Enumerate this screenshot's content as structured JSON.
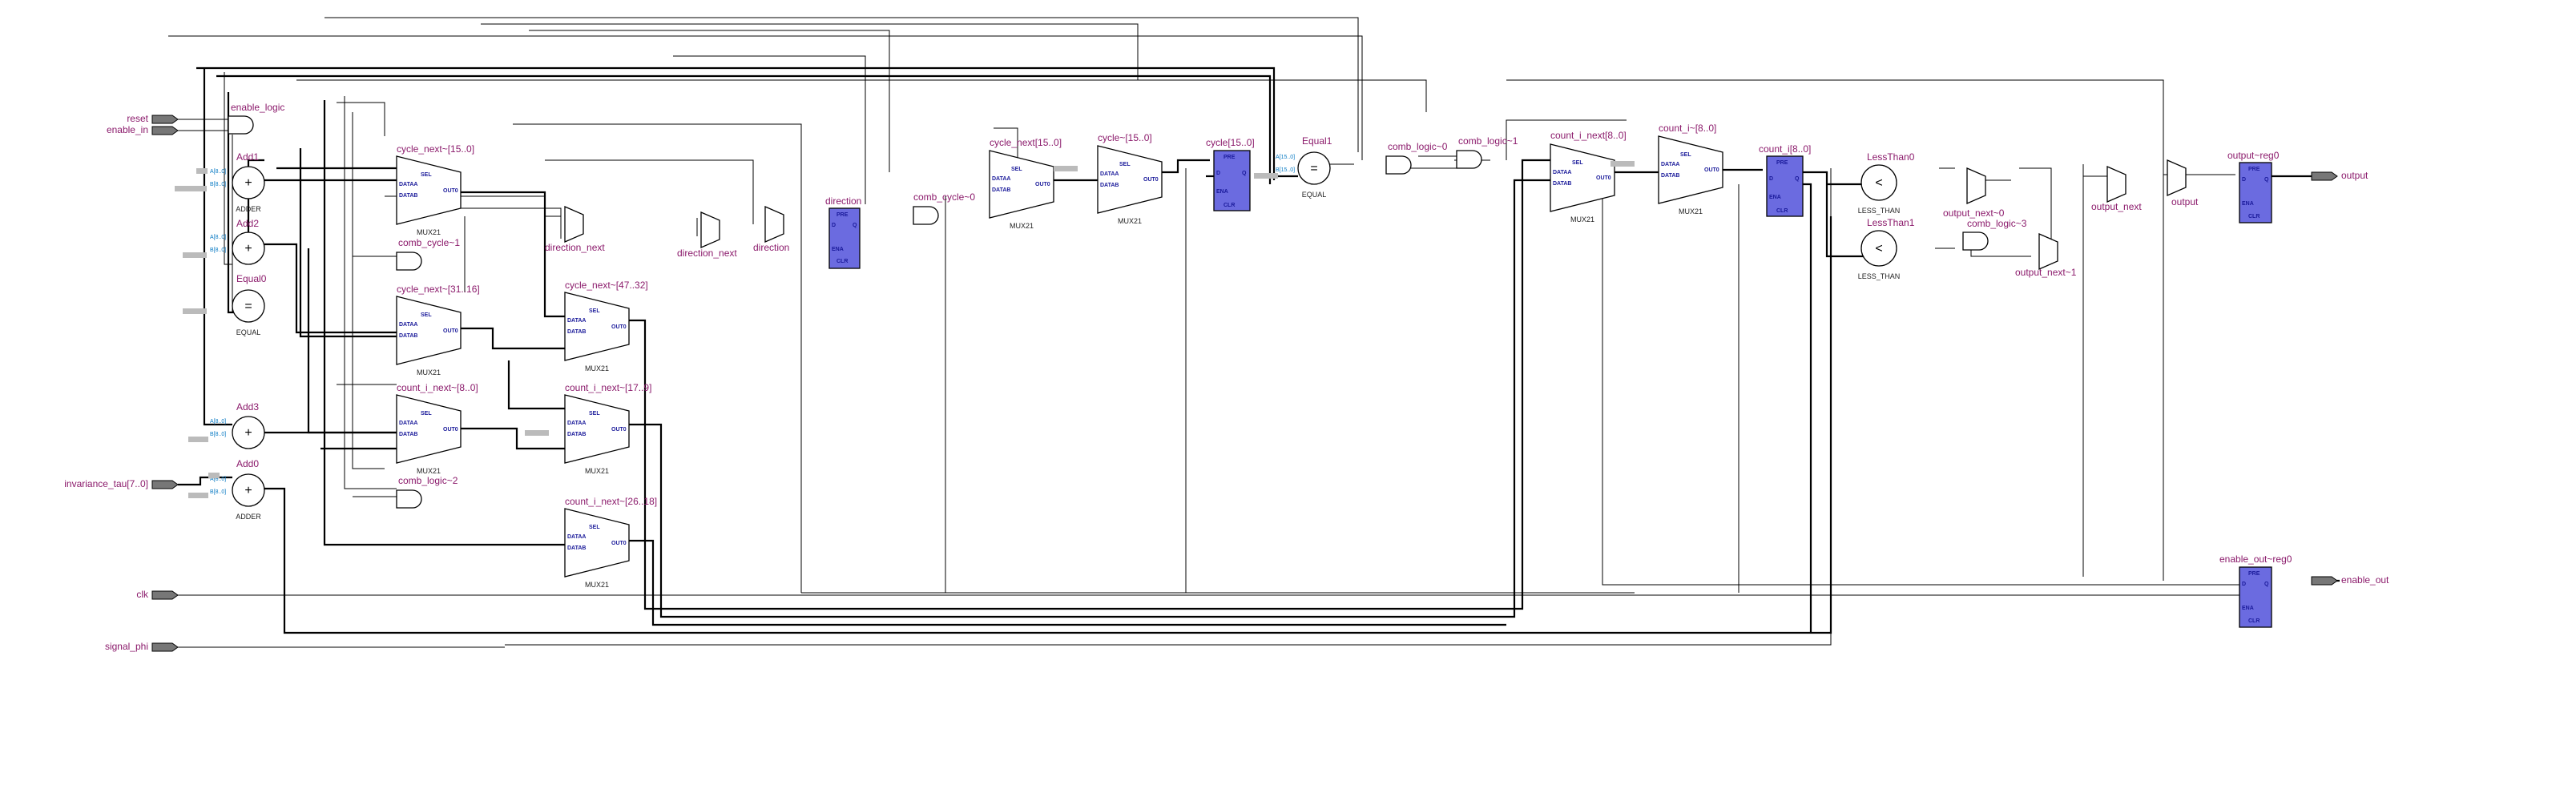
{
  "inputs": [
    {
      "label": "reset"
    },
    {
      "label": "enable_in"
    },
    {
      "label": "invariance_tau[7..0]"
    },
    {
      "label": "clk"
    },
    {
      "label": "signal_phi"
    }
  ],
  "outputs": [
    {
      "label": "output"
    },
    {
      "label": "enable_out"
    }
  ],
  "adders": [
    {
      "name": "Add1",
      "type": "ADDER"
    },
    {
      "name": "Add2",
      "type": "ADDER"
    },
    {
      "name": "Add3",
      "type": "ADDER"
    },
    {
      "name": "Add0",
      "type": "ADDER"
    }
  ],
  "comparators": [
    {
      "name": "Equal0",
      "symbol": "=",
      "type": "EQUAL"
    },
    {
      "name": "Equal1",
      "symbol": "=",
      "type": "EQUAL"
    },
    {
      "name": "LessThan0",
      "symbol": "<",
      "type": "LESS_THAN"
    },
    {
      "name": "LessThan1",
      "symbol": "<",
      "type": "LESS_THAN"
    }
  ],
  "muxes": [
    {
      "name": "cycle_next~[15..0]",
      "type": "MUX21"
    },
    {
      "name": "cycle_next~[31..16]",
      "type": "MUX21"
    },
    {
      "name": "count_i_next~[8..0]",
      "type": "MUX21"
    },
    {
      "name": "cycle_next~[47..32]",
      "type": "MUX21"
    },
    {
      "name": "count_i_next~[17..9]",
      "type": "MUX21"
    },
    {
      "name": "count_i_next~[26..18]",
      "type": "MUX21"
    },
    {
      "name": "cycle_next[15..0]",
      "type": "MUX21"
    },
    {
      "name": "cycle~[15..0]",
      "type": "MUX21"
    },
    {
      "name": "count_i_next[8..0]",
      "type": "MUX21"
    },
    {
      "name": "count_i~[8..0]",
      "type": "MUX21"
    }
  ],
  "small_muxes": [
    {
      "name": "direction_next"
    },
    {
      "name": "direction_next"
    },
    {
      "name": "direction"
    },
    {
      "name": "output_next~0"
    },
    {
      "name": "output_next~1"
    },
    {
      "name": "output_next"
    },
    {
      "name": "output"
    }
  ],
  "gates": [
    {
      "name": "enable_logic"
    },
    {
      "name": "comb_cycle~1"
    },
    {
      "name": "comb_logic~2"
    },
    {
      "name": "comb_cycle~0"
    },
    {
      "name": "comb_logic~0"
    },
    {
      "name": "comb_logic~1"
    },
    {
      "name": "comb_logic~3"
    }
  ],
  "registers": [
    {
      "name": "direction"
    },
    {
      "name": "cycle[15..0]"
    },
    {
      "name": "count_i[8..0]"
    },
    {
      "name": "output~reg0"
    },
    {
      "name": "enable_out~reg0"
    }
  ],
  "pins": {
    "mux_sel": "SEL",
    "mux_a": "DATAA",
    "mux_b": "DATAB",
    "mux_out": "OUT0",
    "reg_pre": "PRE",
    "reg_d": "D",
    "reg_q": "Q",
    "reg_ena": "ENA",
    "reg_clr": "CLR",
    "cmp_a": "A[15..0]",
    "cmp_b": "B[15..0]",
    "add_a": "A[8..0]",
    "add_b": "B[8..0]"
  }
}
